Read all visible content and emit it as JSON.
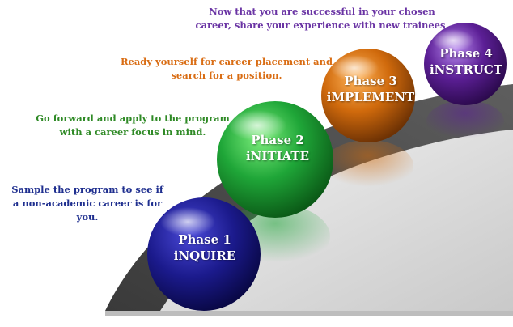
{
  "colors": {
    "phase1": "#1b1a8c",
    "phase2": "#1fa638",
    "phase3": "#d06a0c",
    "phase4": "#5c1f96",
    "caption1": "#1f2f8f",
    "caption2": "#2f8a26",
    "caption3": "#d96d14",
    "caption4": "#6a34a4",
    "arc_dark": "#4a4a4a",
    "arc_light": "#d6d6d6"
  },
  "phases": [
    {
      "phase": "Phase 1",
      "name": "iNQUIRE",
      "caption_lines": [
        "Sample the program to see if",
        "a non-academic career is for",
        "you."
      ]
    },
    {
      "phase": "Phase 2",
      "name": "iNITIATE",
      "caption_lines": [
        "Go forward and apply to the program",
        "with a career focus in mind."
      ]
    },
    {
      "phase": "Phase 3",
      "name": "iMPLEMENT",
      "caption_lines": [
        "Ready yourself for career placement and",
        "search for a position."
      ]
    },
    {
      "phase": "Phase 4",
      "name": "iNSTRUCT",
      "caption_lines": [
        "Now that you are successful in your chosen",
        "career, share your experience with new trainees."
      ]
    }
  ]
}
